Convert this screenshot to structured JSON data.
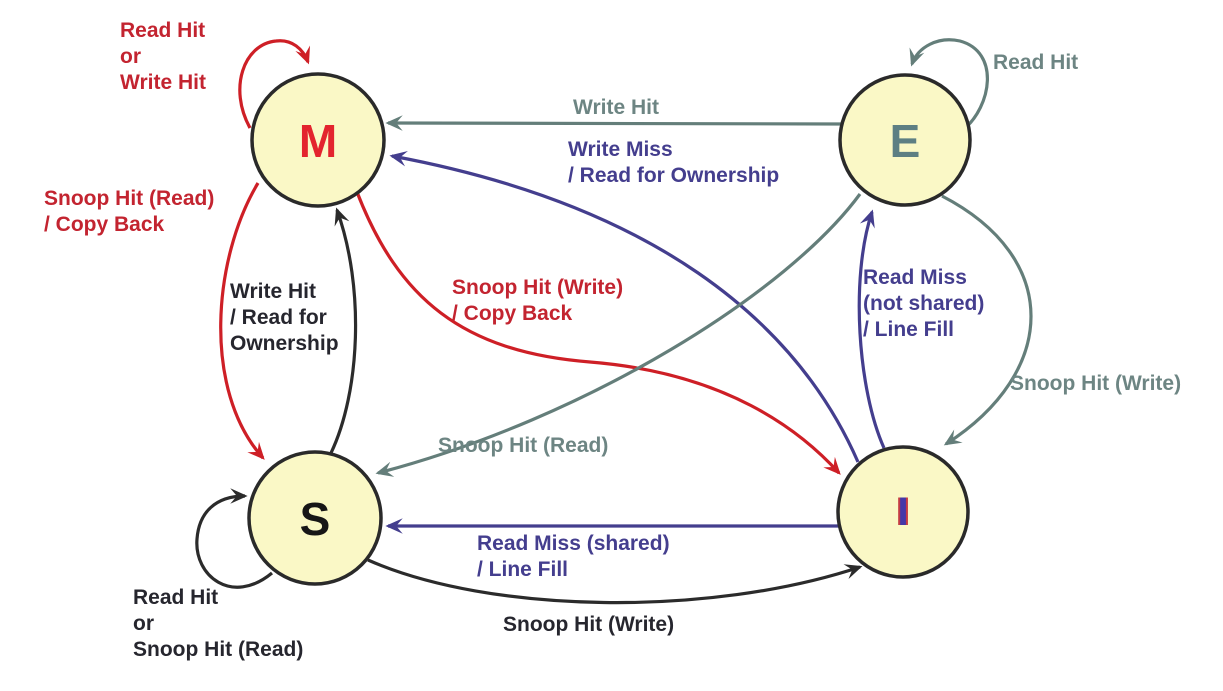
{
  "colors": {
    "node_fill": "#FAF8C6",
    "node_stroke": "#2A2A2A",
    "red": "#CE1F26",
    "red_text": "#C32430",
    "gray": "#647E7A",
    "gray_text": "#6D8583",
    "purple": "#443E8E",
    "purple_text": "#443E8E",
    "dark": "#2B2B2B",
    "dark_text": "#26262E",
    "m_letter": "#E3242E",
    "e_letter": "#5D7F83",
    "s_letter": "#161616",
    "i_letter": "#4438A8",
    "i_letter_fringe": "#C43B44"
  },
  "nodes": {
    "m": {
      "label": "M"
    },
    "e": {
      "label": "E"
    },
    "s": {
      "label": "S"
    },
    "i": {
      "label": "I"
    }
  },
  "edges": {
    "m_self": {
      "label": "Read Hit\nor\nWrite Hit"
    },
    "e_self": {
      "label": "Read Hit"
    },
    "e_to_m": {
      "label": "Write Hit"
    },
    "i_to_m": {
      "label": "Write Miss\n/ Read for Ownership"
    },
    "m_to_s": {
      "label": "Snoop Hit (Read)\n/ Copy Back"
    },
    "s_to_m": {
      "label": "Write Hit\n/ Read for\nOwnership"
    },
    "m_to_i": {
      "label": "Snoop Hit (Write)\n/ Copy Back"
    },
    "e_to_s": {
      "label": "Snoop Hit (Read)"
    },
    "i_to_e": {
      "label": "Read Miss\n(not shared)\n/ Line Fill"
    },
    "e_to_i": {
      "label": "Snoop Hit (Write)"
    },
    "i_to_s": {
      "label": "Read Miss (shared)\n/ Line Fill"
    },
    "s_to_i": {
      "label": "Snoop Hit (Write)"
    },
    "s_self": {
      "label": "Read Hit\nor\nSnoop Hit (Read)"
    }
  }
}
